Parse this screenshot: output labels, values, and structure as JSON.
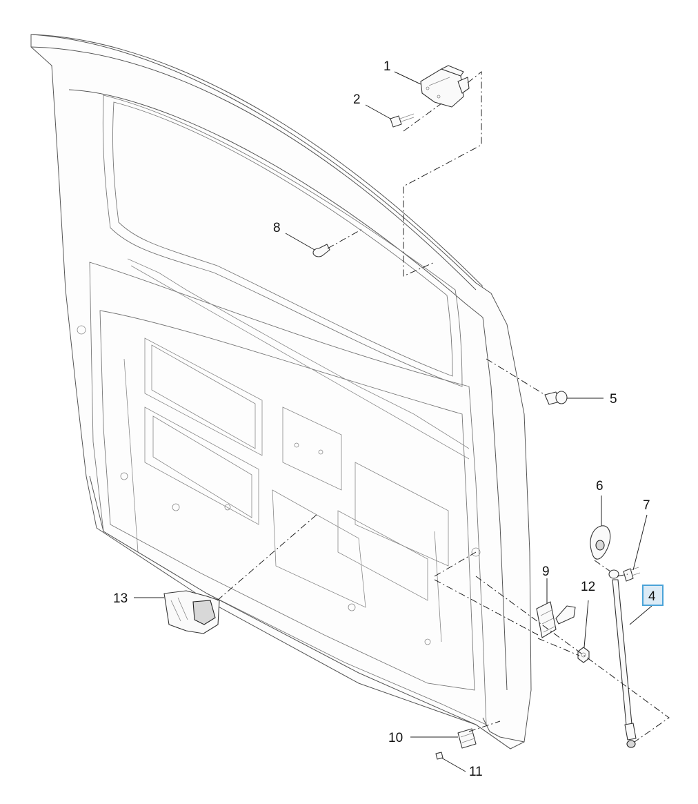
{
  "diagram": {
    "type": "exploded-parts-diagram",
    "highlighted_callout": "4",
    "callouts": [
      {
        "id": "1",
        "label": "1"
      },
      {
        "id": "2",
        "label": "2"
      },
      {
        "id": "4",
        "label": "4"
      },
      {
        "id": "5",
        "label": "5"
      },
      {
        "id": "6",
        "label": "6"
      },
      {
        "id": "7",
        "label": "7"
      },
      {
        "id": "8",
        "label": "8"
      },
      {
        "id": "9",
        "label": "9"
      },
      {
        "id": "10",
        "label": "10"
      },
      {
        "id": "11",
        "label": "11"
      },
      {
        "id": "12",
        "label": "12"
      },
      {
        "id": "13",
        "label": "13"
      }
    ],
    "colors": {
      "highlight_fill": "#dcebf6",
      "highlight_border": "#4aa3d8",
      "line": "#222222"
    }
  }
}
